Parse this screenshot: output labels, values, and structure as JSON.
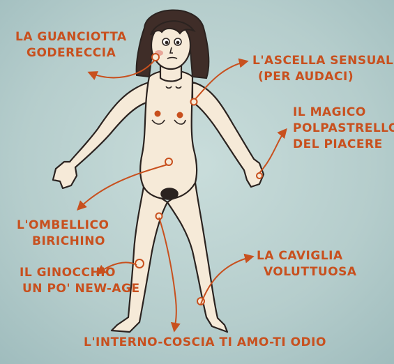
{
  "labels": {
    "guanciotta": {
      "line1": "LA GUANCIOTTA",
      "line2": "GODERECCIA"
    },
    "ascella": {
      "line1": "L'ASCELLA SENSUALE",
      "line2": "(PER AUDACI)"
    },
    "polpastrello": {
      "line1": "IL MAGICO",
      "line2": "POLPASTRELLO",
      "line3": "DEL PIACERE"
    },
    "ombelico": {
      "line1": "L'OMBELLICO",
      "line2": "BIRICHINO"
    },
    "ginocchio": {
      "line1": "IL GINOCCHIO",
      "line2": "UN PO' NEW-AGE"
    },
    "caviglia": {
      "line1": "LA CAVIGLIA",
      "line2": "VOLUTTUOSA"
    },
    "coscia": {
      "line1": "L'INTERNO-COSCIA TI AMO-TI ODIO"
    }
  },
  "colors": {
    "label": "#c8501e",
    "background": "#b7cfce",
    "skin": "#f6ead8",
    "hair": "#3f2d28",
    "outline": "#2b2320",
    "arrow": "#c8501e"
  }
}
